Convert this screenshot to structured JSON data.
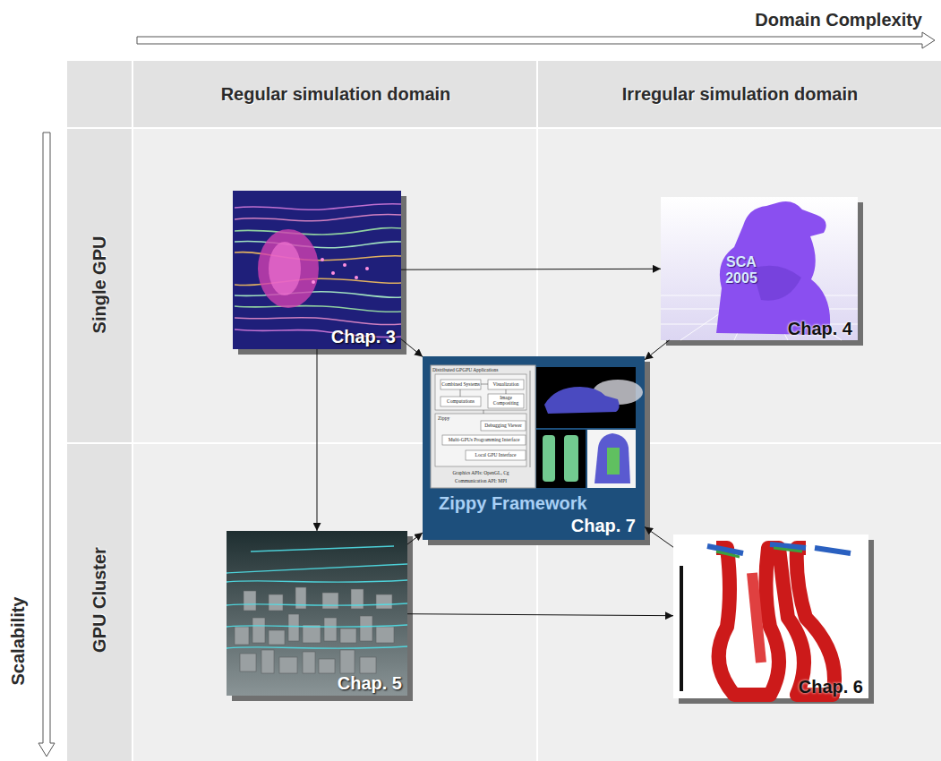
{
  "diagram": {
    "nodes": [
      {
        "text": [
          "Chap. 3"
        ]
      },
      {
        "text": [
          "Chap. 4"
        ]
      },
      {
        "text": [
          "Zippy Framework",
          "Chap. 7"
        ]
      },
      {
        "text": [
          "Chap. 5"
        ]
      },
      {
        "text": [
          "Chap. 6"
        ]
      }
    ],
    "edges": [
      {
        "from": 0,
        "to": 1,
        "arrow": "to"
      },
      {
        "from": 0,
        "to": 2,
        "arrow": "to"
      },
      {
        "from": 1,
        "to": 2,
        "arrow": "to"
      },
      {
        "from": 0,
        "to": 3,
        "arrow": "to"
      },
      {
        "from": 3,
        "to": 2,
        "arrow": "to"
      },
      {
        "from": 3,
        "to": 4,
        "arrow": "to"
      },
      {
        "from": 4,
        "to": 2,
        "arrow": "to"
      }
    ],
    "labels": [
      "Domain Complexity",
      "Regular simulation domain",
      "Irregular simulation domain",
      "Single GPU",
      "GPU Cluster",
      "Scalability",
      "Distributed GPGPU Applications",
      "Combined Systems",
      "Visualization",
      "Computations",
      "Image Compositing",
      "Zippy",
      "Debugging Viewer",
      "Multi-GPUs Programming Interface",
      "Local GPU Interface",
      "Graphics APIs: OpenGL, Cg",
      "Communication API: MPI",
      "SCA 2005"
    ]
  }
}
